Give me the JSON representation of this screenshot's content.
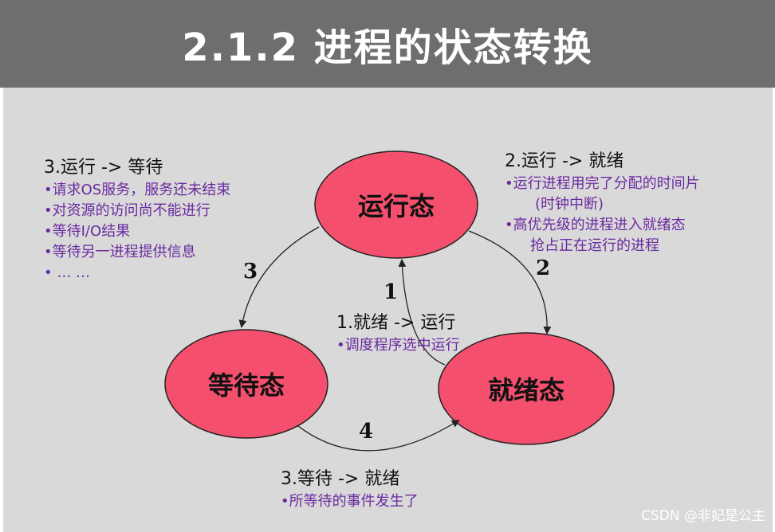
{
  "title": "2.1.2  进程的状态转换",
  "states": {
    "running": "运行态",
    "waiting": "等待态",
    "ready": "就绪态"
  },
  "edge_numbers": {
    "e1": "1",
    "e2": "2",
    "e3": "3",
    "e4": "4"
  },
  "transitions": {
    "t3": {
      "heading": "3.运行 -> 等待",
      "items": [
        "•请求OS服务，服务还未结束",
        "•对资源的访问尚不能进行",
        "•等待I/O结果",
        "•等待另一进程提供信息",
        "• … …"
      ]
    },
    "t2": {
      "heading": "2.运行 -> 就绪",
      "items": [
        "•运行进程用完了分配的时间片",
        "(时钟中断)",
        "•高优先级的进程进入就绪态",
        "抢占正在运行的进程"
      ]
    },
    "t1": {
      "heading": "1.就绪 -> 运行",
      "items": [
        "•调度程序选中运行"
      ]
    },
    "t4": {
      "heading": "3.等待 -> 就绪",
      "items": [
        "•所等待的事件发生了"
      ]
    }
  },
  "watermark": "CSDN @非妃是公主",
  "colors": {
    "title_bar": "#6e6e6e",
    "background": "#d9d9d9",
    "state_fill": "#f4506e",
    "item_text": "#6a2aa0"
  }
}
